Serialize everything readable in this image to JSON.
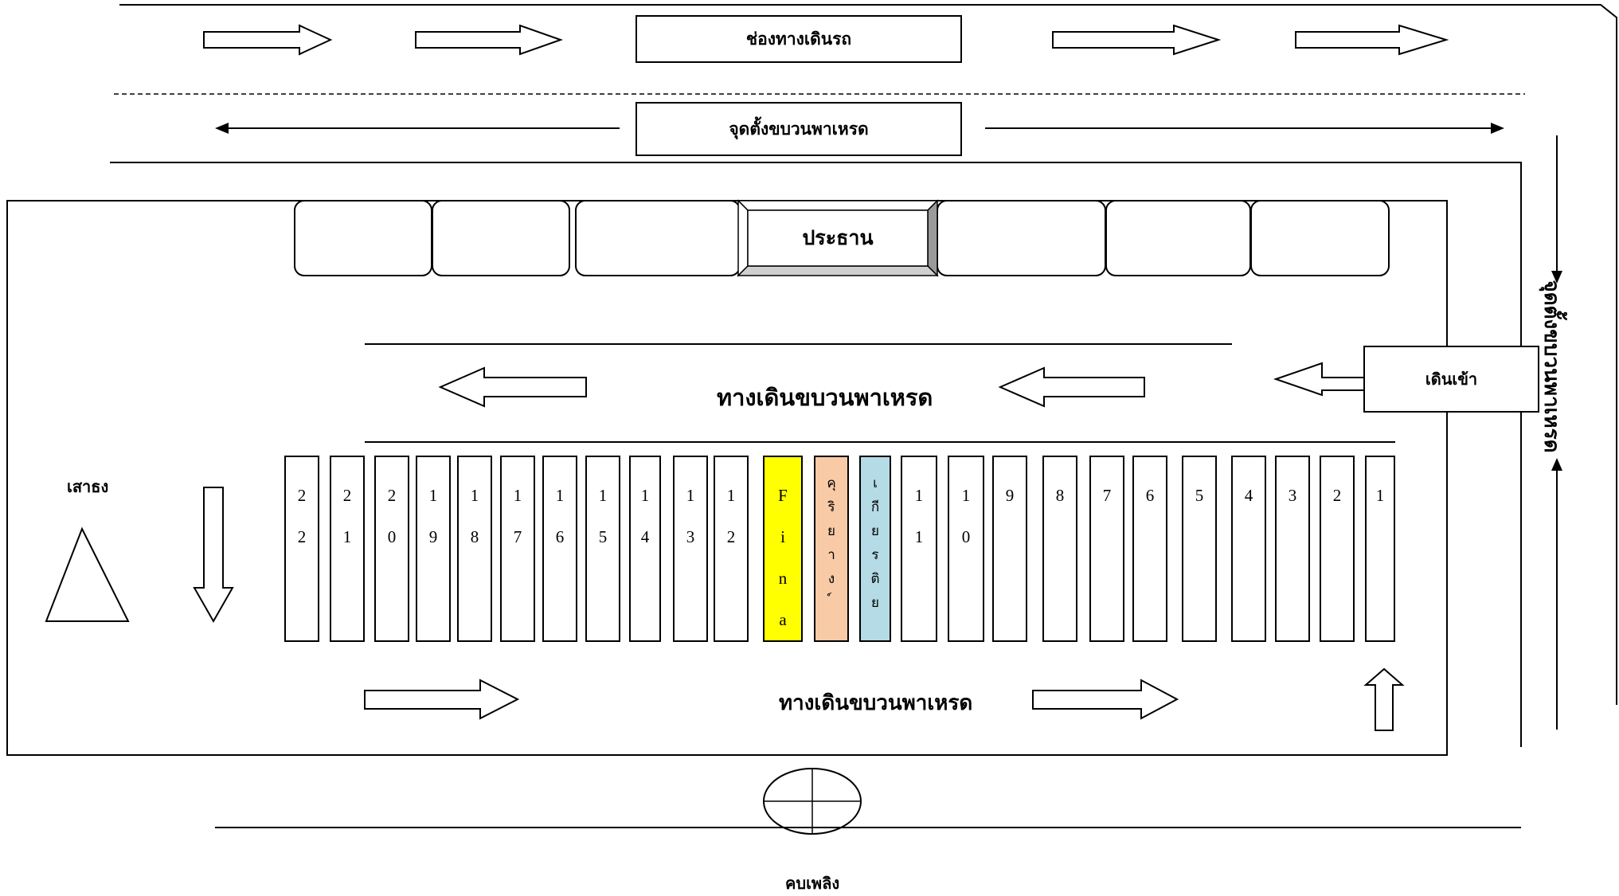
{
  "top": {
    "traffic_lane_label": "ช่องทางเดินรถ",
    "parade_start_label": "จุดตั้งขบวนพาเหรด"
  },
  "stage": {
    "chairman_label": "ประธาน"
  },
  "track": {
    "walkway_label_upper": "ทางเดินขบวนพาเหรด",
    "walkway_label_lower": "ทางเดินขบวนพาเหรด",
    "entrance_label": "เดินเข้า",
    "flagpole_label": "เสาธง",
    "torch_label": "คบเพลิง",
    "side_label": "จุดตั้งขบวนพาเหรด"
  },
  "seats": [
    {
      "id": "22",
      "chars": [
        "2",
        "2"
      ]
    },
    {
      "id": "21",
      "chars": [
        "2",
        "1"
      ]
    },
    {
      "id": "20",
      "chars": [
        "2",
        "0"
      ]
    },
    {
      "id": "19",
      "chars": [
        "1",
        "9"
      ]
    },
    {
      "id": "18",
      "chars": [
        "1",
        "8"
      ]
    },
    {
      "id": "17",
      "chars": [
        "1",
        "7"
      ]
    },
    {
      "id": "16",
      "chars": [
        "1",
        "6"
      ]
    },
    {
      "id": "15",
      "chars": [
        "1",
        "5"
      ]
    },
    {
      "id": "14",
      "chars": [
        "1",
        "4"
      ]
    },
    {
      "id": "13",
      "chars": [
        "1",
        "3"
      ]
    },
    {
      "id": "12",
      "chars": [
        "1",
        "2"
      ]
    },
    {
      "id": "Fina",
      "chars": [
        "F",
        "i",
        "n",
        "a"
      ],
      "color": "#ffff00"
    },
    {
      "id": "คุริยางค์",
      "chars": [
        "คุ",
        "ริ",
        "ย",
        "า",
        "ง",
        "์"
      ],
      "color": "#f8cba6"
    },
    {
      "id": "เกียรติยศ",
      "chars": [
        "เ",
        "กี",
        "ย",
        "ร",
        "ติ",
        "ย"
      ],
      "color": "#b4dbe6"
    },
    {
      "id": "11",
      "chars": [
        "1",
        "1"
      ]
    },
    {
      "id": "10",
      "chars": [
        "1",
        "0"
      ]
    },
    {
      "id": "9",
      "chars": [
        "9"
      ]
    },
    {
      "id": "8",
      "chars": [
        "8"
      ]
    },
    {
      "id": "7",
      "chars": [
        "7"
      ]
    },
    {
      "id": "6",
      "chars": [
        "6"
      ]
    },
    {
      "id": "5",
      "chars": [
        "5"
      ]
    },
    {
      "id": "4",
      "chars": [
        "4"
      ]
    },
    {
      "id": "3",
      "chars": [
        "3"
      ]
    },
    {
      "id": "2",
      "chars": [
        "2"
      ]
    },
    {
      "id": "1",
      "chars": [
        "1"
      ]
    }
  ]
}
